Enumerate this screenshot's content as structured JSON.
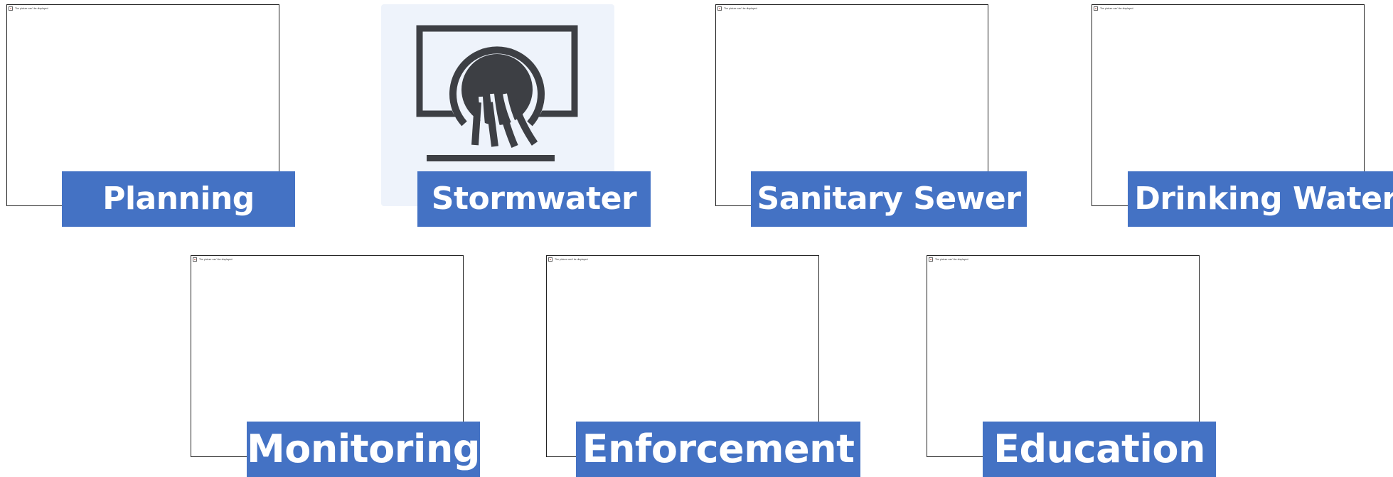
{
  "tiles": [
    {
      "id": "planning",
      "label": "Planning",
      "broken_text": "The picture can't be displayed.",
      "image": "broken"
    },
    {
      "id": "stormwater",
      "label": "Stormwater",
      "image": "stormwater-icon",
      "icon_color": "#3d3f44",
      "panel_color": "#eef3fb"
    },
    {
      "id": "sanitary-sewer",
      "label": "Sanitary Sewer",
      "broken_text": "The picture can't be displayed.",
      "image": "broken"
    },
    {
      "id": "drinking-water",
      "label": "Drinking Water",
      "broken_text": "The picture can't be displayed.",
      "image": "broken"
    },
    {
      "id": "monitoring",
      "label": "Monitoring",
      "broken_text": "The picture can't be displayed.",
      "image": "broken"
    },
    {
      "id": "enforcement",
      "label": "Enforcement",
      "broken_text": "The picture can't be displayed.",
      "image": "broken"
    },
    {
      "id": "education",
      "label": "Education",
      "broken_text": "The picture can't be displayed.",
      "image": "broken"
    }
  ],
  "colors": {
    "label_bg": "#4472c4",
    "label_text": "#ffffff",
    "frame_border": "#222222"
  }
}
